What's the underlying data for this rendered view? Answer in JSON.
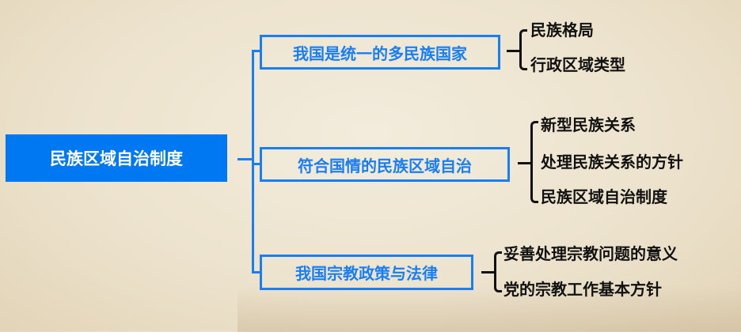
{
  "root": {
    "label": "民族区域自治制度"
  },
  "branches": [
    {
      "label": "我国是统一的多民族国家",
      "items": [
        "民族格局",
        "行政区域类型"
      ]
    },
    {
      "label": "符合国情的民族区域自治",
      "items": [
        "新型民族关系",
        "处理民族关系的方针",
        "民族区域自治制度"
      ]
    },
    {
      "label": "我国宗教政策与法律",
      "items": [
        "妥善处理宗教问题的意义",
        "党的宗教工作基本方针"
      ]
    }
  ],
  "colors": {
    "accent": "#0078f2",
    "text": "#111111"
  }
}
